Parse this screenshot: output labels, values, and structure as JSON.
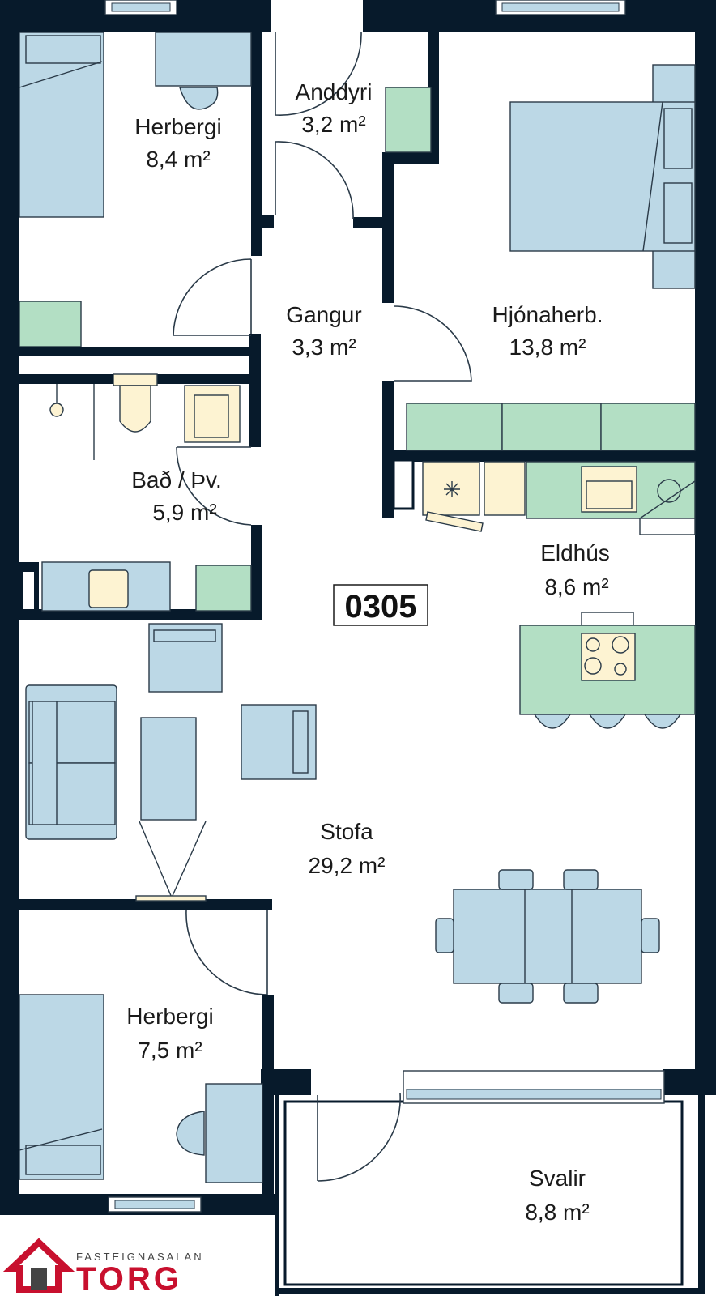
{
  "apartment_number": "0305",
  "rooms": {
    "herbergi_top": {
      "name": "Herbergi",
      "area": "8,4 m²"
    },
    "anddyri": {
      "name": "Anddyri",
      "area": "3,2 m²"
    },
    "gangur": {
      "name": "Gangur",
      "area": "3,3 m²"
    },
    "hjonaherb": {
      "name": "Hjónaherb.",
      "area": "13,8 m²"
    },
    "bad": {
      "name": "Bað / Þv.",
      "area": "5,9 m²"
    },
    "eldhus": {
      "name": "Eldhús",
      "area": "8,6 m²"
    },
    "stofa": {
      "name": "Stofa",
      "area": "29,2 m²"
    },
    "herbergi_bottom": {
      "name": "Herbergi",
      "area": "7,5 m²"
    },
    "svalir": {
      "name": "Svalir",
      "area": "8,8 m²"
    }
  },
  "logo": {
    "small": "FASTEIGNASALAN",
    "big": "TORG"
  },
  "colors": {
    "wall": "#071a2b",
    "furniture": "#bcd8e6",
    "cabinet": "#b3dfc4",
    "appliance": "#fdf3d2",
    "brand_red": "#c8102e"
  }
}
